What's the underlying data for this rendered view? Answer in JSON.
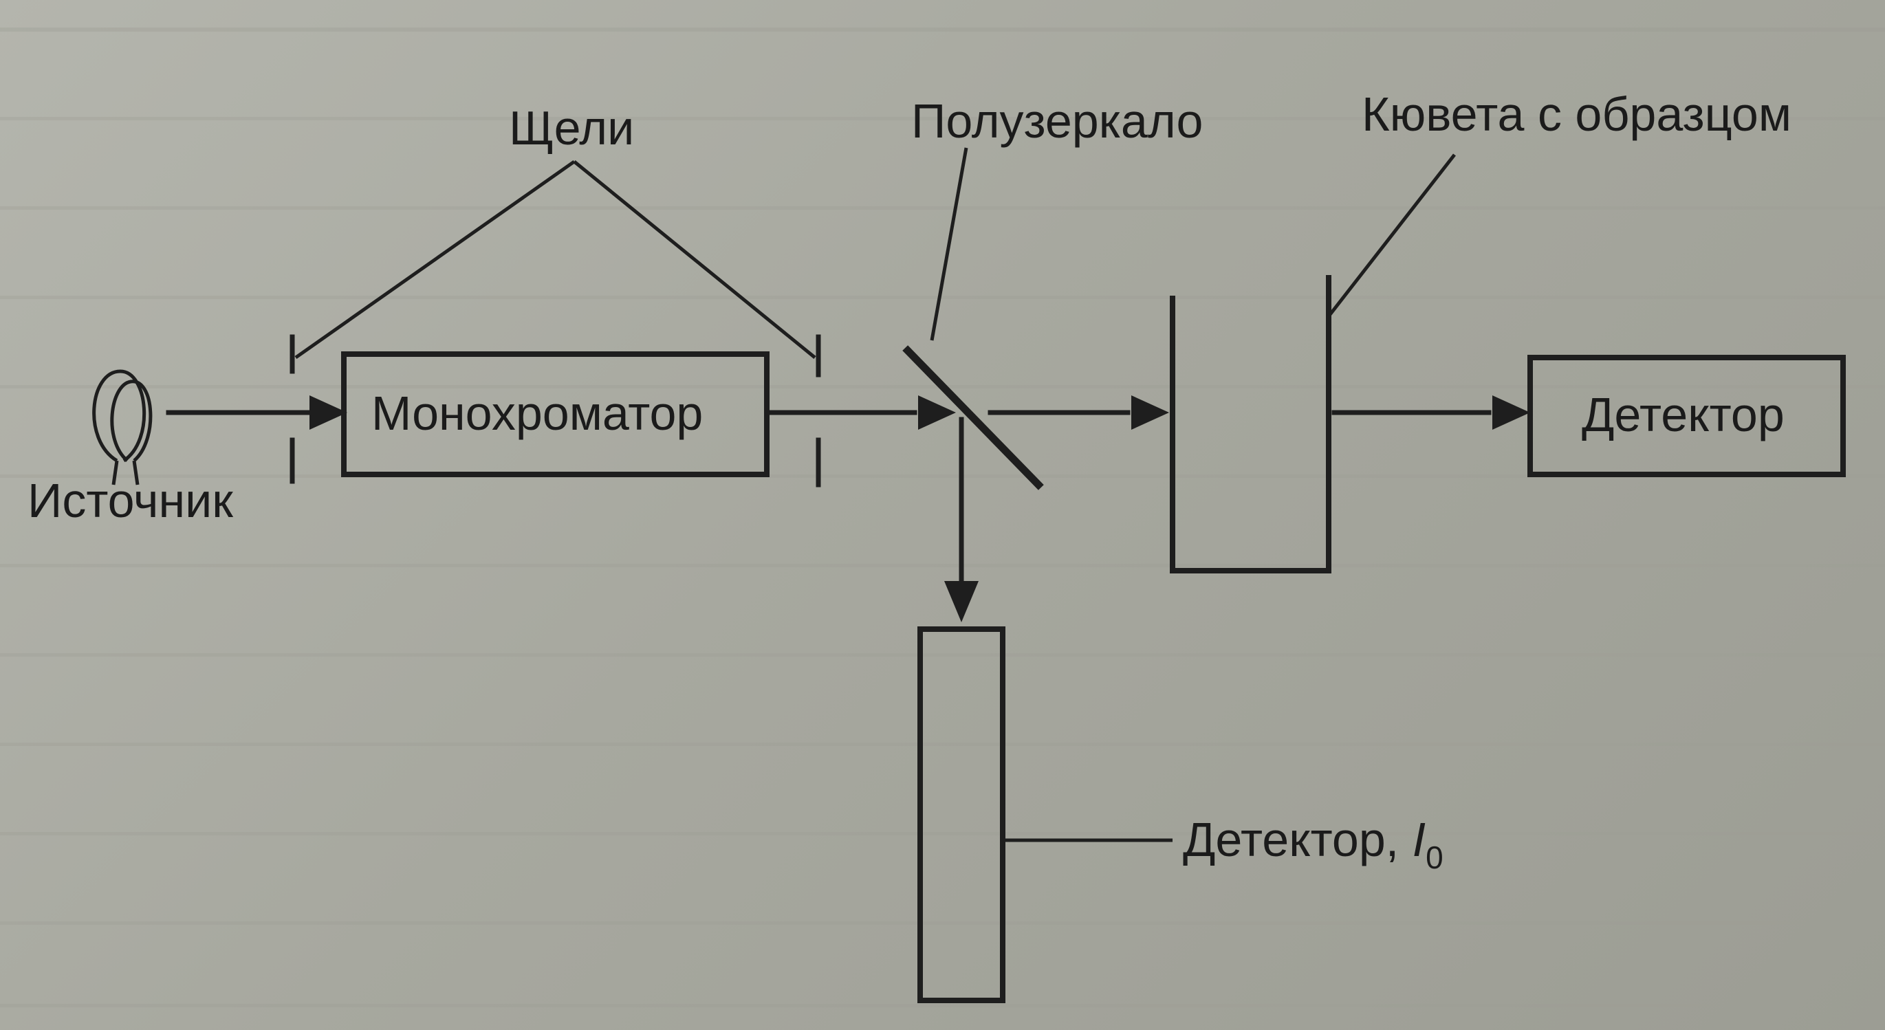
{
  "labels": {
    "slits": "Щели",
    "half_mirror": "Полузеркало",
    "cuvette": "Кювета с образцом",
    "source": "Источник",
    "monochromator": "Монохроматор",
    "detector": "Детектор",
    "reference_detector": "Детектор, ",
    "reference_symbol": "I",
    "reference_subscript": "0"
  },
  "colors": {
    "ink": "#1e1e1e",
    "paper": "#a9aaa2"
  },
  "icons": {
    "source": "lamp-filament-icon"
  }
}
